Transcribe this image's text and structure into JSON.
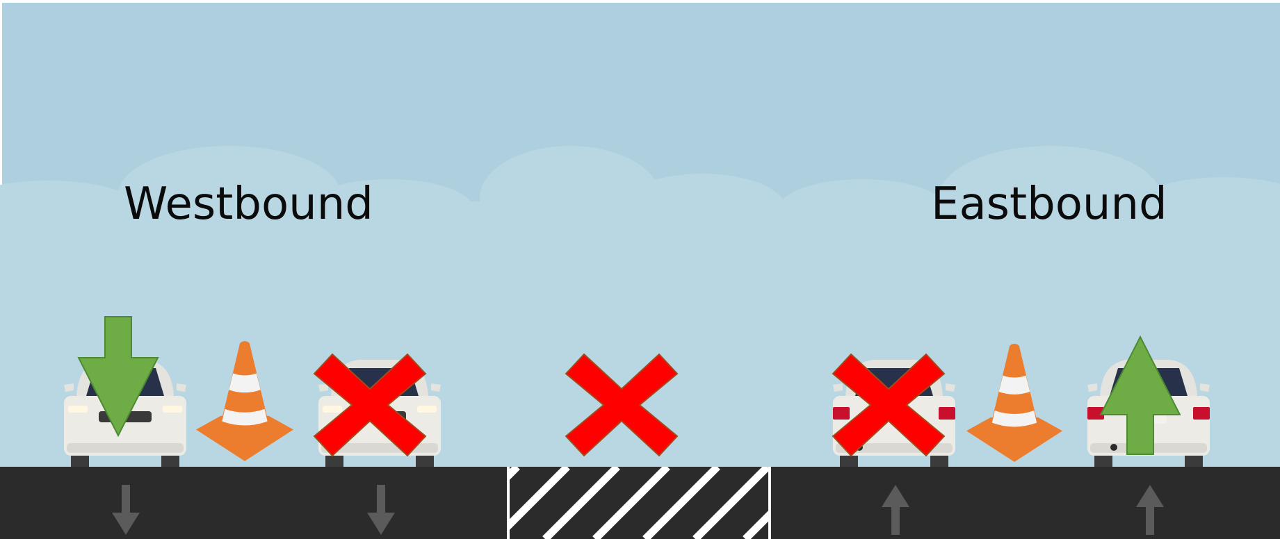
{
  "labels": {
    "westbound": "Westbound",
    "eastbound": "Eastbound"
  },
  "colors": {
    "sky": "#aecfdd",
    "cloud": "#b8d7e3",
    "road": "#2a2b2a",
    "car_body": "#ecebe6",
    "windshield": "#27324a",
    "cone": "#ec7d2e",
    "cone_stripe": "#f3f3f3",
    "arrow_green": "#6ead45",
    "x_red": "#ff0000",
    "lane_arrow": "#5a5b5a",
    "hatch": "#ffffff"
  },
  "lanes": [
    {
      "direction": "westbound",
      "lane_arrow": "down",
      "vehicle": "car-front",
      "marker": "green-arrow-down"
    },
    {
      "direction": "westbound",
      "lane_arrow": "none",
      "vehicle": "none",
      "marker": "traffic-cone"
    },
    {
      "direction": "westbound",
      "lane_arrow": "down",
      "vehicle": "car-front",
      "marker": "red-x"
    },
    {
      "direction": "median",
      "lane_arrow": "none",
      "vehicle": "none",
      "marker": "red-x"
    },
    {
      "direction": "eastbound",
      "lane_arrow": "up",
      "vehicle": "car-rear",
      "marker": "red-x"
    },
    {
      "direction": "eastbound",
      "lane_arrow": "none",
      "vehicle": "none",
      "marker": "traffic-cone"
    },
    {
      "direction": "eastbound",
      "lane_arrow": "up",
      "vehicle": "car-rear",
      "marker": "green-arrow-up"
    }
  ]
}
